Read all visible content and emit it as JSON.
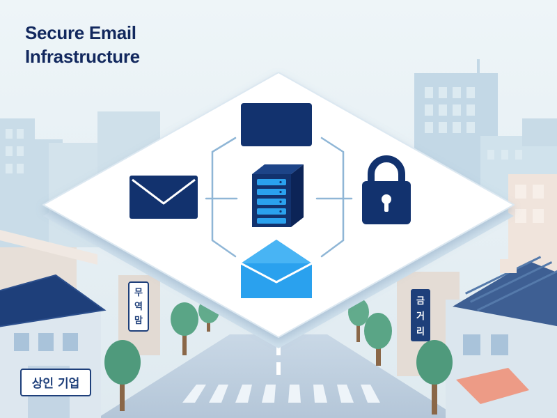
{
  "title": {
    "line1": "Secure Email",
    "line2": "Infrastructure"
  },
  "signs": {
    "left_vertical": [
      "무",
      "역",
      "맘"
    ],
    "left_building": "상인 기업",
    "right_vertical": [
      "금",
      "거",
      "리"
    ]
  },
  "icons": {
    "top": "window-panel-icon",
    "left": "envelope-icon",
    "center": "server-icon",
    "right": "padlock-icon",
    "bottom": "open-envelope-icon"
  },
  "colors": {
    "navy": "#12326e",
    "accent_blue": "#2aa1ee",
    "connector": "#8fb6d6",
    "platform": "#ffffff",
    "sky": "#eaf2f6"
  }
}
